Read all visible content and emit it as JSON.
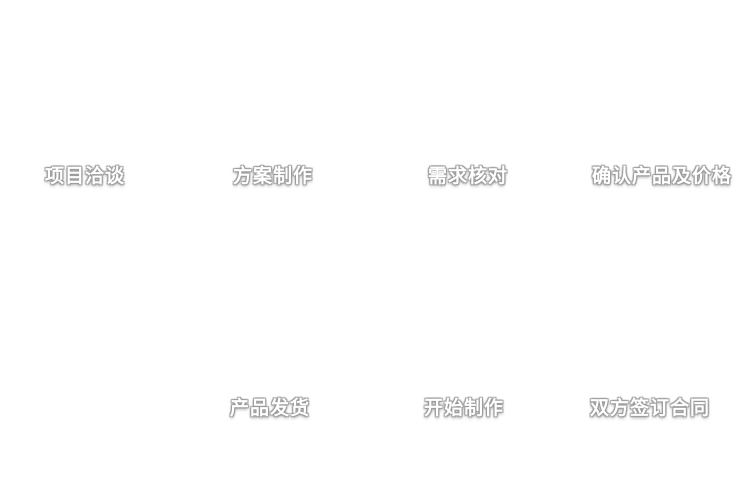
{
  "flow": {
    "top_row": [
      {
        "label": "项目洽谈"
      },
      {
        "label": "方案制作"
      },
      {
        "label": "需求核对"
      },
      {
        "label": "确认产品及价格"
      }
    ],
    "bottom_row": [
      {
        "label": "产品发货"
      },
      {
        "label": "开始制作"
      },
      {
        "label": "双方签订合同"
      }
    ]
  }
}
